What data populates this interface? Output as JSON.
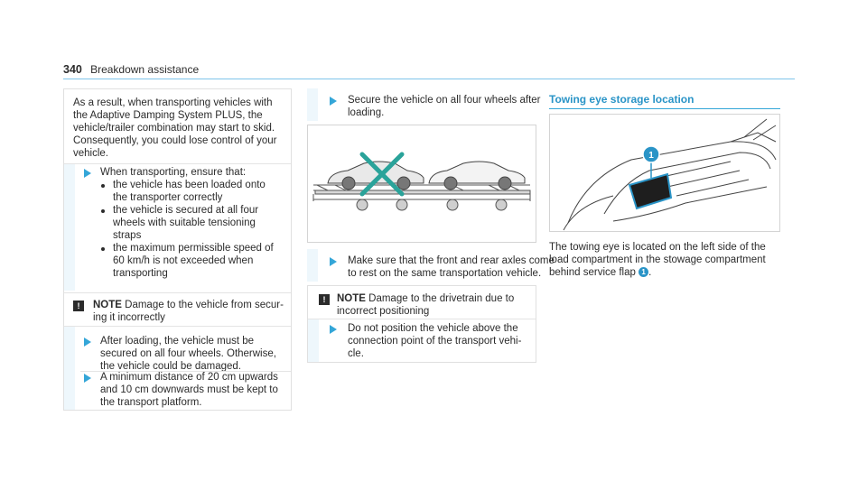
{
  "header": {
    "page_number": "340",
    "section": "Breakdown assistance"
  },
  "col1": {
    "intro": "As a result, when transporting vehicles with\nthe Adaptive Damping System PLUS, the\nvehicle/trailer combination may start to skid.\nConsequently, you could lose control of your\nvehicle.",
    "step1": "When transporting, ensure that:",
    "bullets": [
      "the vehicle has been loaded onto\nthe transporter correctly",
      "the vehicle is secured at all four\nwheels with suitable tensioning\nstraps",
      "the maximum permissible speed of\n60 km/h is not exceeded when\ntransporting"
    ],
    "note_label": "NOTE",
    "note_text_a": "Damage to the vehicle from secur-",
    "note_text_b": "ing it incorrectly",
    "step2": "After loading, the vehicle must be\nsecured on all four wheels. Otherwise,\nthe vehicle could be damaged.",
    "step3": "A minimum distance of 20 cm upwards\nand 10 cm downwards must be kept to\nthe transport platform."
  },
  "col2": {
    "step1": "Secure the vehicle on all four wheels after\nloading.",
    "step2": "Make sure that the front and rear axles come\nto rest on the same transportation vehicle.",
    "note_label": "NOTE",
    "note_text_a": "Damage to the drivetrain due to",
    "note_text_b": "incorrect positioning",
    "step3": "Do not position the vehicle above the\nconnection point of the transport vehi-\ncle."
  },
  "col3": {
    "heading": "Towing eye storage location",
    "callout": "1",
    "text_a": "The towing eye is located on the left side of the\nload compartment in the stowage compartment\nbehind service flap",
    "text_end": "."
  },
  "colors": {
    "accent": "#34a6d8",
    "heading": "#2a94c7",
    "callout_bg": "#2a94c7",
    "cross": "#2aa39a"
  }
}
